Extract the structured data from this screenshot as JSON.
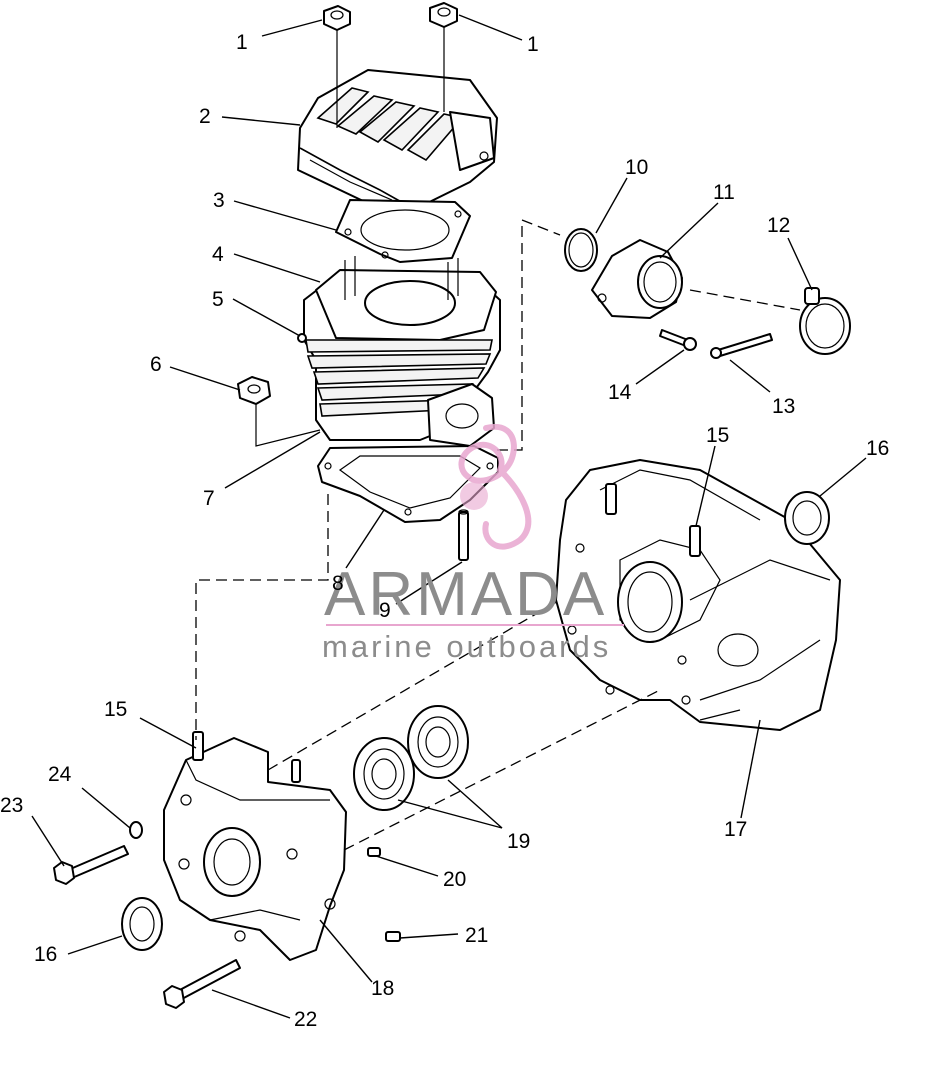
{
  "callouts": [
    {
      "id": "1",
      "text": "1"
    },
    {
      "id": "1b",
      "text": "1"
    },
    {
      "id": "2",
      "text": "2"
    },
    {
      "id": "3",
      "text": "3"
    },
    {
      "id": "4",
      "text": "4"
    },
    {
      "id": "5",
      "text": "5"
    },
    {
      "id": "6",
      "text": "6"
    },
    {
      "id": "7",
      "text": "7"
    },
    {
      "id": "8",
      "text": "8"
    },
    {
      "id": "9",
      "text": "9"
    },
    {
      "id": "10",
      "text": "10"
    },
    {
      "id": "11",
      "text": "11"
    },
    {
      "id": "12",
      "text": "12"
    },
    {
      "id": "13",
      "text": "13"
    },
    {
      "id": "14",
      "text": "14"
    },
    {
      "id": "15",
      "text": "15"
    },
    {
      "id": "15b",
      "text": "15"
    },
    {
      "id": "16",
      "text": "16"
    },
    {
      "id": "16b",
      "text": "16"
    },
    {
      "id": "17",
      "text": "17"
    },
    {
      "id": "18",
      "text": "18"
    },
    {
      "id": "19",
      "text": "19"
    },
    {
      "id": "20",
      "text": "20"
    },
    {
      "id": "21",
      "text": "21"
    },
    {
      "id": "22",
      "text": "22"
    },
    {
      "id": "23",
      "text": "23"
    },
    {
      "id": "24",
      "text": "24"
    }
  ],
  "watermark": {
    "brand": "ARMADA",
    "tagline": "marine outboards",
    "logo_color": "#e8a6cf"
  }
}
